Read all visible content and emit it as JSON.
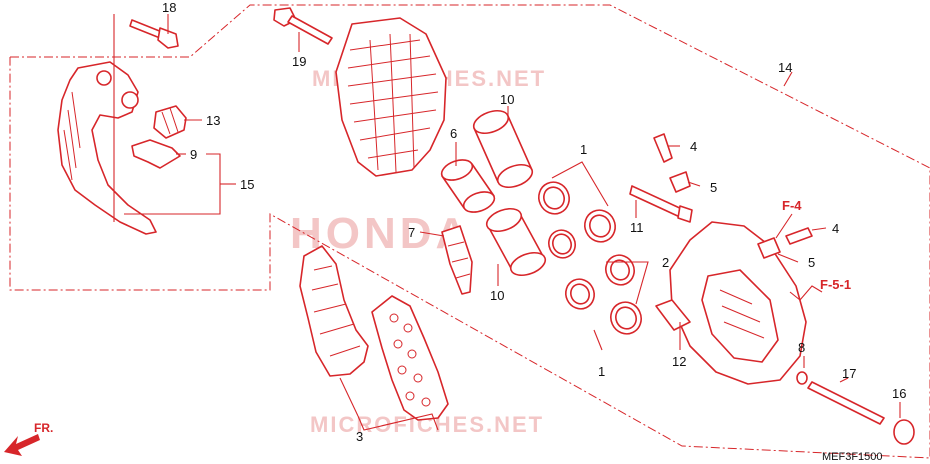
{
  "watermarks": {
    "top": "MICROFICHES.NET",
    "middle": "HONDA",
    "bottom": "MICROFICHES.NET"
  },
  "callouts": {
    "c18": "18",
    "c19": "19",
    "c13": "13",
    "c9": "9",
    "c15": "15",
    "c10a": "10",
    "c6": "6",
    "c7": "7",
    "c10b": "10",
    "c1a": "1",
    "c2": "2",
    "c1b": "1",
    "c3": "3",
    "c11": "11",
    "c4a": "4",
    "c5a": "5",
    "c4b": "4",
    "c5b": "5",
    "c14": "14",
    "c12": "12",
    "c8": "8",
    "c17": "17",
    "c16": "16"
  },
  "references": {
    "f4": "F-4",
    "f51": "F-5-1"
  },
  "direction_label": "FR.",
  "diagram_code": "MEF3F1500",
  "colors": {
    "line": "#d7262a",
    "text": "#111111",
    "watermark": "#f3c6c6"
  }
}
